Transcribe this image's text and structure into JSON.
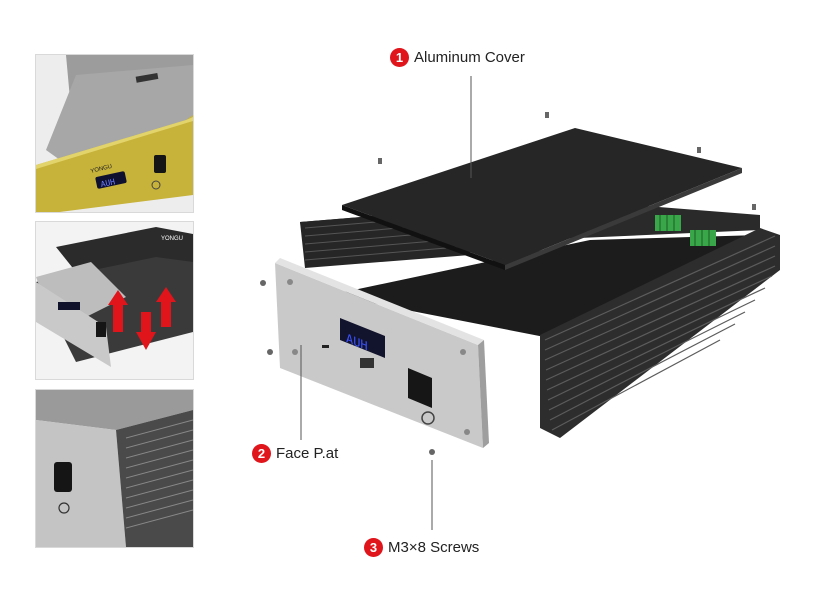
{
  "callouts": [
    {
      "number": "1",
      "label": "Aluminum Cover"
    },
    {
      "number": "2",
      "label": "Face P.at"
    },
    {
      "number": "3",
      "label": "M3×8 Screws"
    }
  ],
  "display_text": "AUH",
  "brand_text": "YONGU",
  "colors": {
    "accent_red": "#e0141b",
    "gold_panel": "#c7b23a",
    "enclosure_black": "#1e1e1e",
    "silver_panel": "#c9c9c9",
    "terminal_green": "#3aa64a",
    "display_blue": "#3a52ff"
  }
}
